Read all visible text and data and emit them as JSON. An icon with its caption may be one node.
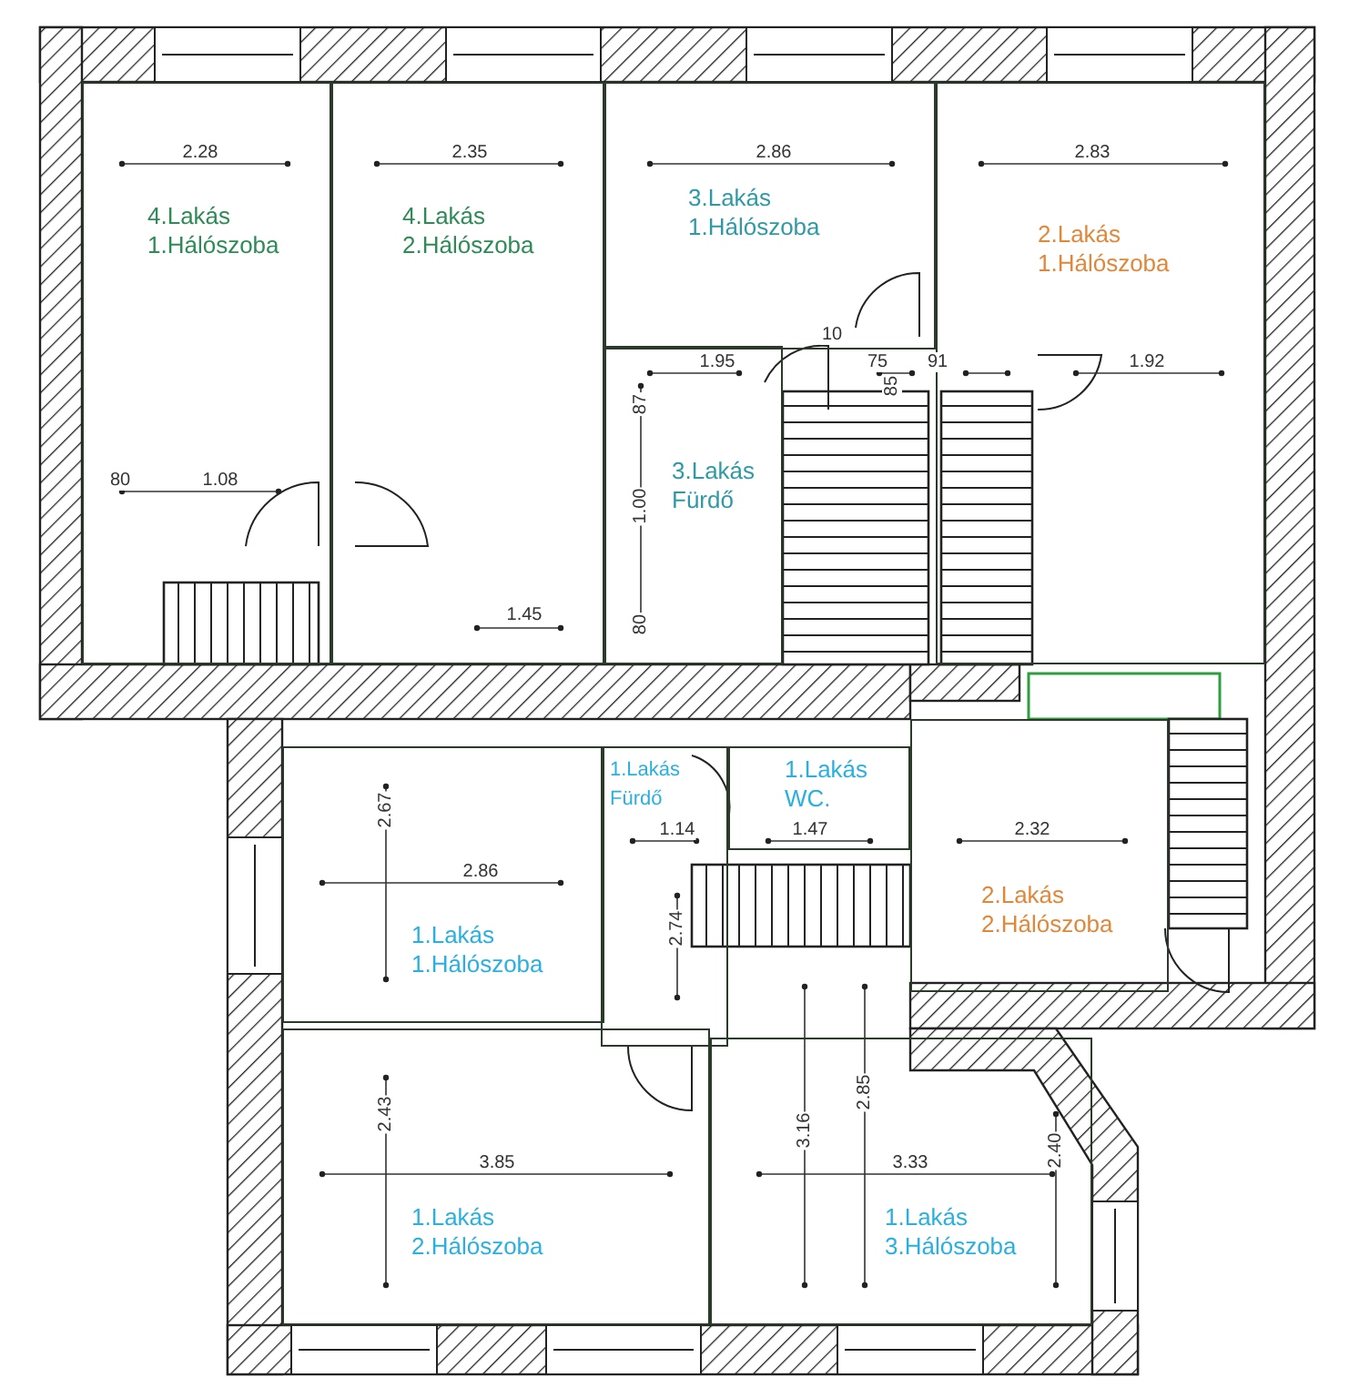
{
  "diagram": {
    "nodes": [
      {
        "text": [
          "4.Lakás 1.Hálószoba"
        ]
      },
      {
        "text": [
          "4.Lakás 2.Hálószoba"
        ]
      },
      {
        "text": [
          "3.Lakás 1.Hálószoba"
        ]
      },
      {
        "text": [
          "2.Lakás 1.Hálószoba"
        ]
      },
      {
        "text": [
          "3.Lakás Fürdő"
        ]
      },
      {
        "text": [
          "1.Lakás 1.Hálószoba"
        ]
      },
      {
        "text": [
          "1.Lakás Fürdő"
        ]
      },
      {
        "text": [
          "1.Lakás WC."
        ]
      },
      {
        "text": [
          "2.Lakás 2.Hálószoba"
        ]
      },
      {
        "text": [
          "1.Lakás 2.Hálószoba"
        ]
      },
      {
        "text": [
          "1.Lakás 3.Hálószoba"
        ]
      }
    ],
    "labels": [
      "2.28",
      "2.35",
      "2.86",
      "2.83",
      "1.95",
      "10",
      "75",
      "91",
      "1.92",
      "87",
      "85",
      "1.00",
      "80",
      "1.08",
      "1.45",
      "80",
      "2.67",
      "2.86",
      "1.14",
      "1.47",
      "2.32",
      "2.74",
      "2.43",
      "3.85",
      "3.16",
      "2.85",
      "3.33",
      "2.40"
    ]
  }
}
